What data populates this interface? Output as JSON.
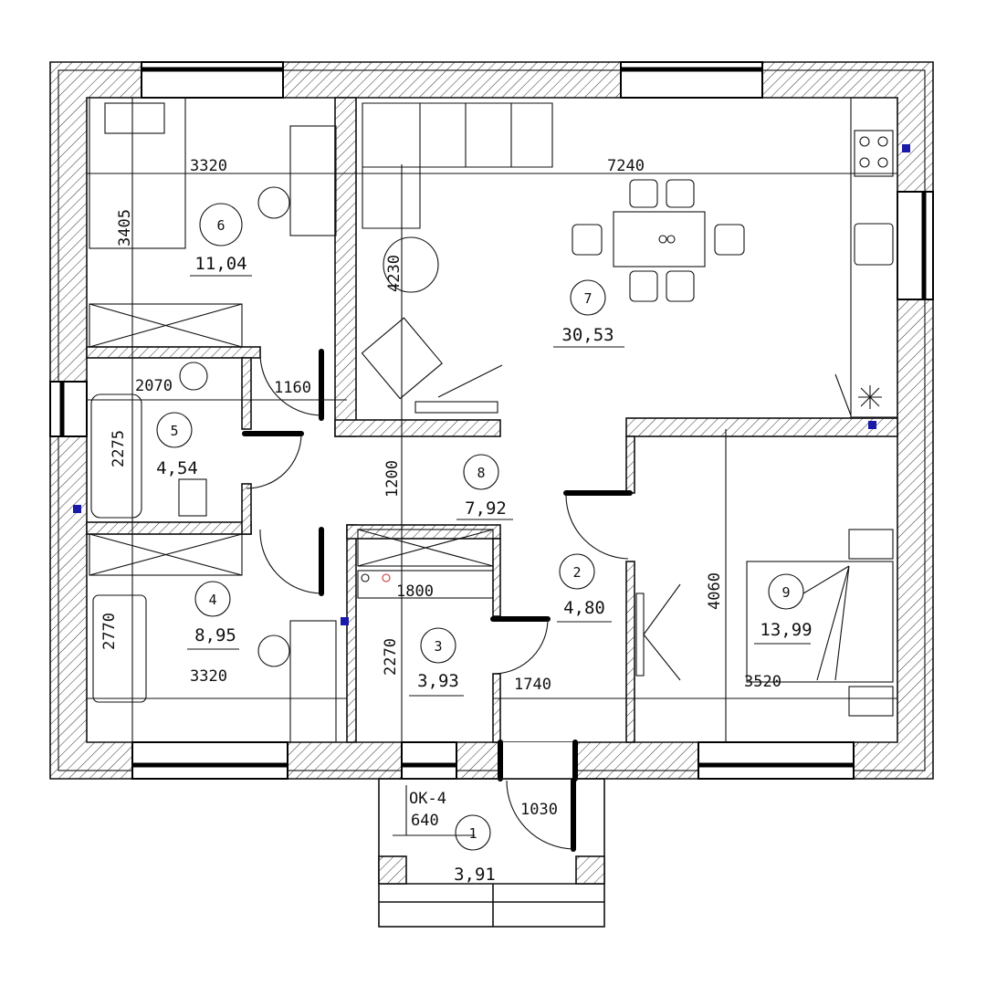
{
  "plan": {
    "window_mark": "ОК-4",
    "rooms": [
      {
        "number": "1",
        "area": "3,91"
      },
      {
        "number": "2",
        "area": "4,80"
      },
      {
        "number": "3",
        "area": "3,93"
      },
      {
        "number": "4",
        "area": "8,95"
      },
      {
        "number": "5",
        "area": "4,54"
      },
      {
        "number": "6",
        "area": "11,04"
      },
      {
        "number": "7",
        "area": "30,53"
      },
      {
        "number": "8",
        "area": "7,92"
      },
      {
        "number": "9",
        "area": "13,99"
      }
    ],
    "dimensions": {
      "room6_width": "3320",
      "room6_height": "3405",
      "room7_width": "7240",
      "room7_height": "4230",
      "room5_width": "2070",
      "room5_height": "2275",
      "corridor_width": "1160",
      "hall_height": "1200",
      "room4_width": "3320",
      "room4_height": "2770",
      "room3_width": "1800",
      "room3_height": "2270",
      "room2_width": "1740",
      "room9_width": "3520",
      "room9_height": "4060",
      "porch_door": "1030",
      "porch_window": "640"
    },
    "colors": {
      "line": "#111111",
      "marker": "#1a1aa8"
    }
  }
}
